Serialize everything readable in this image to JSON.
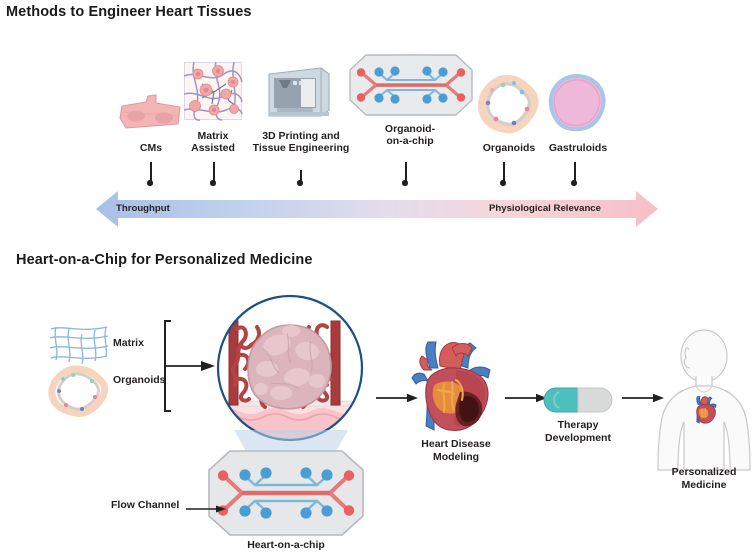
{
  "figure": {
    "section1": {
      "title": "Methods to Engineer Heart Tissues",
      "methods": [
        {
          "label": "CMs",
          "icon": "cardiomyocyte-icon"
        },
        {
          "label_line1": "Matrix",
          "label_line2": "Assisted",
          "icon": "matrix-assisted-icon"
        },
        {
          "label_line1": "3D Printing and",
          "label_line2": "Tissue Engineering",
          "icon": "3d-printer-icon"
        },
        {
          "label_line1": "Organoid-",
          "label_line2": "on-a-chip",
          "icon": "organoid-on-a-chip-icon"
        },
        {
          "label": "Organoids",
          "icon": "organoid-icon"
        },
        {
          "label": "Gastruloids",
          "icon": "gastruloid-icon"
        }
      ],
      "axis": {
        "left_label": "Throughput",
        "right_label": "Physiological Relevance",
        "left_color": "#aec3e8",
        "right_color": "#f6c9cd"
      }
    },
    "section2": {
      "title": "Heart-on-a-Chip for Personalized Medicine",
      "inputs": [
        {
          "label": "Matrix",
          "icon": "matrix-grid-icon"
        },
        {
          "label": "Organoids",
          "icon": "organoid-ring-icon"
        }
      ],
      "magnified": {
        "name": "vascularized-organoid-magnifier"
      },
      "chip": {
        "caption": "Heart-on-a-chip",
        "callout": "Flow Channel"
      },
      "pipeline": [
        {
          "label_line1": "Heart Disease",
          "label_line2": "Modeling",
          "icon": "anatomical-heart-icon"
        },
        {
          "label_line1": "Therapy",
          "label_line2": "Development",
          "icon": "pill-capsule-icon"
        },
        {
          "label_line1": "Personalized",
          "label_line2": "Medicine",
          "icon": "human-torso-icon"
        }
      ]
    },
    "colors": {
      "flow_channel_red": "#e06b6b",
      "side_channel_blue": "#5fa8d3",
      "pill_teal": "#4ebfbd",
      "pill_gray": "#d9dada",
      "chip_body": "#e6e7e8"
    }
  }
}
